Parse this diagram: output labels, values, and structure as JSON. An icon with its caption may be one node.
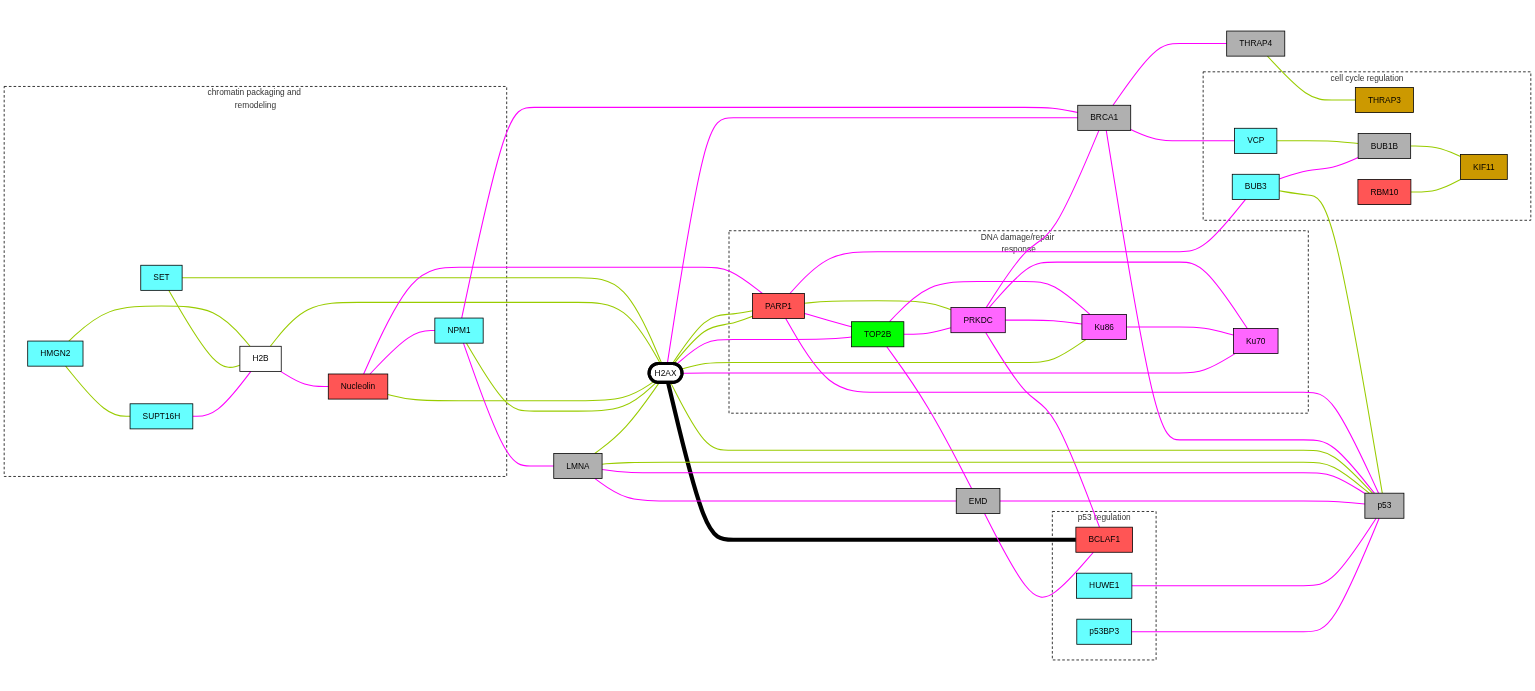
{
  "diagram": {
    "nodes": [
      {
        "text": [
          "chromatin packaging and remodeling"
        ]
      },
      {
        "text": [
          "HMGN2"
        ],
        "in": 0
      },
      {
        "text": [
          "SET"
        ],
        "in": 0
      },
      {
        "text": [
          "SUPT16H"
        ],
        "in": 0
      },
      {
        "text": [
          "H2B"
        ],
        "in": 0
      },
      {
        "text": [
          "Nucleolin"
        ],
        "in": 0
      },
      {
        "text": [
          "NPM1"
        ],
        "in": 0
      },
      {
        "text": [
          "DNA damage/repair response"
        ]
      },
      {
        "text": [
          "PARP1"
        ],
        "in": 7
      },
      {
        "text": [
          "TOP2B"
        ],
        "in": 7
      },
      {
        "text": [
          "PRKDC"
        ],
        "in": 7
      },
      {
        "text": [
          "Ku86"
        ],
        "in": 7
      },
      {
        "text": [
          "Ku70"
        ],
        "in": 7
      },
      {
        "text": [
          "H2AX"
        ]
      },
      {
        "text": [
          "BRCA1"
        ]
      },
      {
        "text": [
          "THRAP4"
        ]
      },
      {
        "text": [
          "cell cycle regulation"
        ]
      },
      {
        "text": [
          "VCP"
        ],
        "in": 16
      },
      {
        "text": [
          "THRAP3"
        ],
        "in": 16
      },
      {
        "text": [
          "LMNA"
        ]
      },
      {
        "text": [
          "EMD"
        ]
      },
      {
        "text": [
          "BUB3"
        ],
        "in": 16
      },
      {
        "text": [
          "BUB1B"
        ],
        "in": 16
      },
      {
        "text": [
          "p53 regulation"
        ]
      },
      {
        "text": [
          "HUWE1"
        ],
        "in": 23
      },
      {
        "text": [
          "p53BP3"
        ],
        "in": 23
      },
      {
        "text": [
          "BCLAF1"
        ],
        "in": 23
      },
      {
        "text": [
          "RBM10"
        ],
        "in": 16
      },
      {
        "text": [
          "KIF11"
        ],
        "in": 16
      },
      {
        "text": [
          "p53"
        ]
      }
    ],
    "edges": [
      {
        "from": 1,
        "to": 3,
        "arrow": "none",
        "color": "#99cc00"
      },
      {
        "from": 1,
        "to": 4,
        "arrow": "none",
        "color": "#99cc00"
      },
      {
        "from": 2,
        "to": 4,
        "arrow": "none",
        "color": "#99cc00"
      },
      {
        "from": 3,
        "to": 4,
        "arrow": "none"
      },
      {
        "from": 2,
        "to": 13,
        "arrow": "none",
        "color": "#99cc00"
      },
      {
        "from": 4,
        "to": 13,
        "arrow": "none",
        "color": "#99cc00"
      },
      {
        "from": 4,
        "to": 5,
        "arrow": "none"
      },
      {
        "from": 5,
        "to": 13,
        "arrow": "none",
        "color": "#99cc00"
      },
      {
        "from": 5,
        "to": 6,
        "arrow": "none"
      },
      {
        "from": 5,
        "to": 8,
        "arrow": "none"
      },
      {
        "from": 6,
        "to": 13,
        "arrow": "none",
        "color": "#99cc00"
      },
      {
        "from": 6,
        "to": 14,
        "arrow": "none"
      },
      {
        "from": 6,
        "to": 19,
        "arrow": "none"
      },
      {
        "from": 8,
        "to": 10,
        "arrow": "none",
        "color": "#99cc00"
      },
      {
        "from": 8,
        "to": 9,
        "arrow": "none"
      },
      {
        "from": 9,
        "to": 10,
        "arrow": "none"
      },
      {
        "from": 8,
        "to": 13,
        "arrow": "none",
        "color": "#99cc00"
      },
      {
        "from": 13,
        "to": 8,
        "arrow": "none",
        "color": "#99cc00"
      },
      {
        "from": 9,
        "to": 11,
        "arrow": "none"
      },
      {
        "from": 9,
        "to": 20,
        "arrow": "none"
      },
      {
        "from": 10,
        "to": 11,
        "arrow": "none"
      },
      {
        "from": 10,
        "to": 12,
        "arrow": "none"
      },
      {
        "from": 11,
        "to": 12,
        "arrow": "none"
      },
      {
        "from": 11,
        "to": 13,
        "arrow": "none",
        "color": "#99cc00"
      },
      {
        "from": 12,
        "to": 13,
        "arrow": "none"
      },
      {
        "from": 13,
        "to": 9,
        "arrow": "none"
      },
      {
        "from": 13,
        "to": 14,
        "arrow": "none"
      },
      {
        "from": 8,
        "to": 21,
        "arrow": "none"
      },
      {
        "from": 8,
        "to": 29,
        "arrow": "none"
      },
      {
        "from": 10,
        "to": 14,
        "arrow": "none"
      },
      {
        "from": 10,
        "to": 26,
        "arrow": "none"
      },
      {
        "from": 14,
        "to": 15,
        "arrow": "none"
      },
      {
        "from": 14,
        "to": 17,
        "arrow": "none"
      },
      {
        "from": 14,
        "to": 29,
        "arrow": "none"
      },
      {
        "from": 15,
        "to": 18,
        "arrow": "none",
        "color": "#99cc00"
      },
      {
        "from": 13,
        "to": 29,
        "arrow": "none",
        "color": "#99cc00"
      },
      {
        "from": 19,
        "to": 13,
        "arrow": "none",
        "color": "#99cc00"
      },
      {
        "from": 13,
        "to": 26,
        "arrow": "none",
        "style": "thick",
        "color": "#000000"
      },
      {
        "from": 19,
        "to": 20,
        "arrow": "none"
      },
      {
        "from": 19,
        "to": 29,
        "arrow": "none",
        "color": "#99cc00"
      },
      {
        "from": 19,
        "to": 29,
        "arrow": "none"
      },
      {
        "from": 20,
        "to": 26,
        "arrow": "none"
      },
      {
        "from": 20,
        "to": 29,
        "arrow": "none"
      },
      {
        "from": 17,
        "to": 22,
        "arrow": "none",
        "color": "#99cc00"
      },
      {
        "from": 21,
        "to": 22,
        "arrow": "none"
      },
      {
        "from": 21,
        "to": 29,
        "arrow": "none",
        "color": "#99cc00"
      },
      {
        "from": 22,
        "to": 28,
        "arrow": "none",
        "color": "#99cc00"
      },
      {
        "from": 27,
        "to": 28,
        "arrow": "none",
        "color": "#99cc00"
      },
      {
        "from": 24,
        "to": 29,
        "arrow": "none"
      },
      {
        "from": 25,
        "to": 29,
        "arrow": "none"
      }
    ]
  }
}
